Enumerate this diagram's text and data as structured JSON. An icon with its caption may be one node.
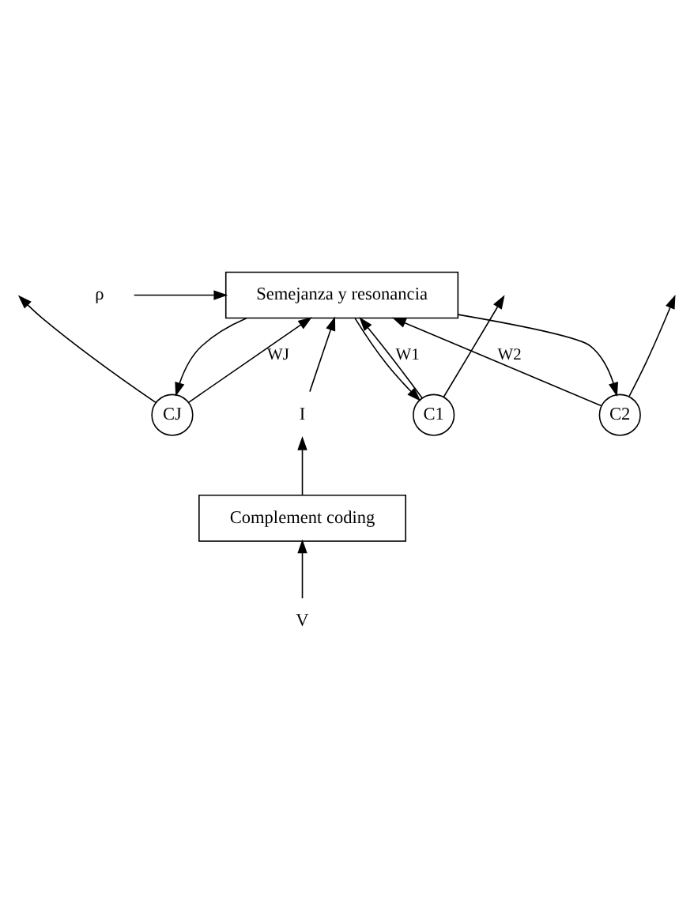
{
  "diagram": {
    "nodes": [
      {
        "text": [
          "C1"
        ]
      },
      {
        "text": [
          "C2"
        ]
      },
      {
        "text": [
          "CJ"
        ]
      },
      {
        "text": [
          "Semejanza y resonancia"
        ]
      },
      {
        "text": [
          "Complement coding"
        ]
      },
      {
        "text": [
          "ρ"
        ]
      },
      {
        "text": [
          "I"
        ]
      },
      {
        "text": [
          "V"
        ]
      }
    ],
    "edges": [
      {
        "from": 0,
        "to": null,
        "arrow": "to"
      },
      {
        "from": 1,
        "to": null,
        "arrow": "to"
      },
      {
        "from": 2,
        "to": null,
        "arrow": "to"
      },
      {
        "from": 3,
        "to": 0,
        "arrow": "to"
      },
      {
        "from": 0,
        "to": 3,
        "label": "W1",
        "arrow": "to"
      },
      {
        "from": 3,
        "to": 1,
        "arrow": "to"
      },
      {
        "from": 1,
        "to": 3,
        "label": "W2",
        "arrow": "to"
      },
      {
        "from": 3,
        "to": 2,
        "arrow": "to"
      },
      {
        "from": 2,
        "to": 3,
        "label": "WJ",
        "arrow": "to"
      },
      {
        "from": 5,
        "to": 3,
        "arrow": "to"
      },
      {
        "from": 6,
        "to": 3,
        "arrow": "to"
      },
      {
        "from": 4,
        "to": 6,
        "arrow": "to"
      },
      {
        "from": 7,
        "to": 4,
        "arrow": "to"
      }
    ]
  }
}
